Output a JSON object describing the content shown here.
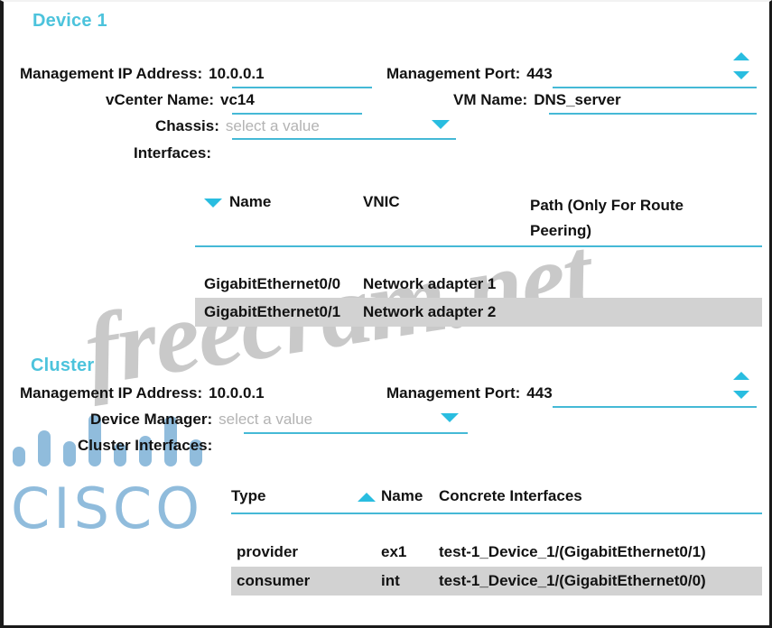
{
  "device_section": {
    "title": "Device 1",
    "fields": [
      {
        "label": "Management IP Address:",
        "value": "10.0.0.1",
        "kind": "text"
      },
      {
        "label": "Management Port:",
        "value": "443",
        "kind": "spinner"
      },
      {
        "label": "vCenter Name:",
        "value": "vc14",
        "kind": "text"
      },
      {
        "label": "VM Name:",
        "value": "DNS_server",
        "kind": "text"
      },
      {
        "label": "Chassis:",
        "value": "select a value",
        "kind": "dropdown",
        "is_placeholder": true
      },
      {
        "label": "Interfaces:",
        "value": "",
        "kind": "label-only"
      }
    ],
    "interfaces_table": {
      "sort_icon": "chevron-down-icon",
      "columns": [
        "Name",
        "VNIC",
        "Path (Only For Route Peering)"
      ],
      "rows": [
        {
          "name": "GigabitEthernet0/0",
          "vnic": "Network adapter 1",
          "path": ""
        },
        {
          "name": "GigabitEthernet0/1",
          "vnic": "Network adapter 2",
          "path": ""
        }
      ]
    }
  },
  "cluster_section": {
    "title": "Cluster",
    "fields": [
      {
        "label": "Management IP Address:",
        "value": "10.0.0.1",
        "kind": "text-plain"
      },
      {
        "label": "Management Port:",
        "value": "443",
        "kind": "spinner"
      },
      {
        "label": "Device Manager:",
        "value": "select a value",
        "kind": "dropdown",
        "is_placeholder": true
      },
      {
        "label": "Cluster Interfaces:",
        "value": "",
        "kind": "label-only"
      }
    ],
    "cluster_interfaces_table": {
      "sort_icon": "chevron-up-icon",
      "columns": [
        "Type",
        "Name",
        "Concrete Interfaces"
      ],
      "rows": [
        {
          "type": "provider",
          "name": "ex1",
          "concrete": "test-1_Device_1/(GigabitEthernet0/1)"
        },
        {
          "type": "consumer",
          "name": "int",
          "concrete": "test-1_Device_1/(GigabitEthernet0/0)"
        }
      ]
    }
  },
  "watermarks": {
    "site": "freecram.net",
    "brand": "CISCO"
  },
  "colors": {
    "accent": "#45b9d6",
    "heading": "#4cc3dc",
    "caret": "#29bde0",
    "row_shade": "#d2d2d2",
    "placeholder": "#b3b3b3",
    "text": "#121212",
    "watermark_blue": "#7db0d6"
  }
}
